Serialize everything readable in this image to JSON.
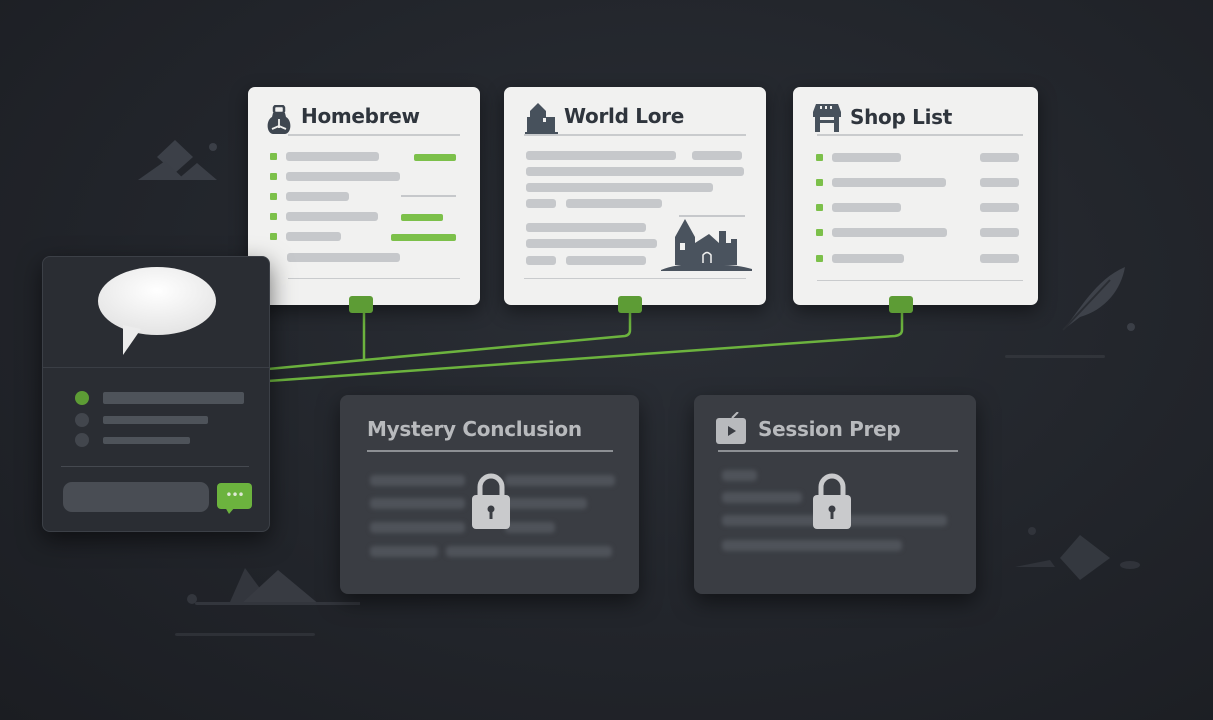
{
  "colors": {
    "background": "#22252b",
    "accent_green": "#7cc04a",
    "connector_green": "#5d9c35",
    "card_light": "#f1f1f0",
    "card_dark": "#3a3d43",
    "icon_dark": "#4a535e"
  },
  "cards": [
    {
      "title": "Homebrew",
      "icon": "potion-bottle-icon",
      "locked": false
    },
    {
      "title": "World Lore",
      "icon": "castle-icon",
      "locked": false
    },
    {
      "title": "Shop List",
      "icon": "shop-storefront-icon",
      "locked": false
    }
  ],
  "locked_cards": [
    {
      "title": "Mystery Conclusion",
      "icon": "lock-icon",
      "locked": true
    },
    {
      "title": "Session Prep",
      "icon": "play-folder-icon",
      "locked": true
    }
  ],
  "chat_panel": {
    "bubble_icon": "speech-bubble-icon",
    "send_icon": "chat-send-icon",
    "send_label": "•••",
    "options": [
      {
        "selected": true
      },
      {
        "selected": false
      },
      {
        "selected": false
      }
    ]
  },
  "decorations": [
    "mountain-icon",
    "feather-quill-icon",
    "mountain-icon",
    "pyramid-icon"
  ]
}
